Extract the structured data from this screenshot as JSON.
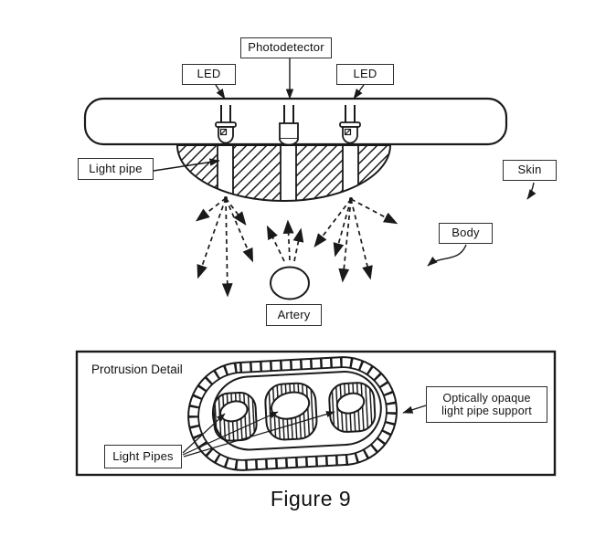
{
  "colors": {
    "ink": "#1a1a1a",
    "background": "#ffffff"
  },
  "main_diagram": {
    "labels": {
      "photodetector": "Photodetector",
      "led_left": "LED",
      "led_right": "LED",
      "light_pipe": "Light pipe",
      "skin": "Skin",
      "body": "Body",
      "artery": "Artery"
    }
  },
  "detail_panel": {
    "title": "Protrusion Detail",
    "labels": {
      "light_pipes": "Light Pipes",
      "opaque_support_line1": "Optically opaque",
      "opaque_support_line2": "light pipe support"
    }
  },
  "caption": "Figure 9"
}
